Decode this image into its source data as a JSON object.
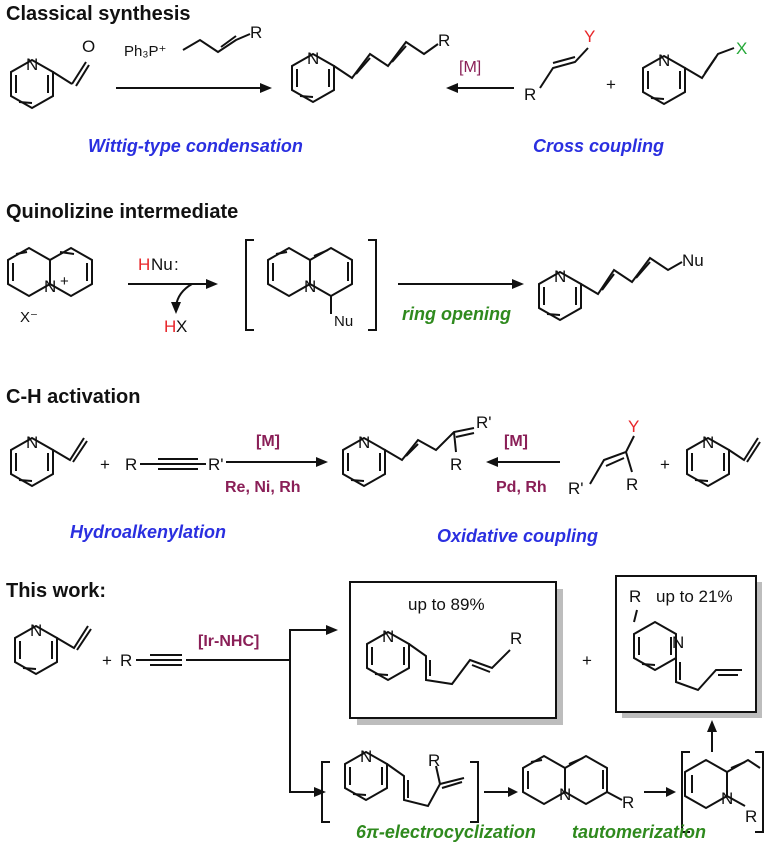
{
  "sections": {
    "classical": {
      "title": "Classical synthesis",
      "wittig_reagent": "Ph₃P⁺",
      "wittig_R": "R",
      "aldehyde_O": "O",
      "catalyst": "[M]",
      "label_left": "Wittig-type condensation",
      "label_right": "Cross coupling",
      "Y": "Y",
      "X": "X",
      "R": "R",
      "plus": "+"
    },
    "quinolizine": {
      "title": "Quinolizine intermediate",
      "reagent_H": "H",
      "reagent_Nu": "Nu",
      "byproduct_H": "H",
      "byproduct_X": "X",
      "counterion": "X⁻",
      "Nu": "Nu",
      "step_label": "ring opening"
    },
    "ch_activation": {
      "title": "C-H activation",
      "alkyne_R": "R",
      "alkyne_Rp": "R'",
      "cat_top_left": "[M]",
      "cat_bottom_left": "Re, Ni, Rh",
      "cat_top_right": "[M]",
      "cat_bottom_right": "Pd, Rh",
      "product_Rp": "R'",
      "product_R": "R",
      "Y": "Y",
      "reactant_Rp": "R'",
      "reactant_R": "R",
      "label_left": "Hydroalkenylation",
      "label_right": "Oxidative coupling",
      "plus": "+"
    },
    "this_work": {
      "title": "This work:",
      "catalyst": "[Ir-NHC]",
      "alkyne_R": "R",
      "yield_1": "up to 89%",
      "yield_2": "up to 21%",
      "product1_R": "R",
      "product2_R": "R",
      "int_R": "R",
      "quin_R": "R",
      "quin2_R": "R",
      "label_1": "6π-electrocyclization",
      "label_2": "tautomerization",
      "plus": "+"
    }
  },
  "atoms": {
    "N": "N"
  },
  "colors": {
    "catalyst": "#8a1f57",
    "blue_label": "#2a2fe0",
    "green_label": "#2f8a1e",
    "red_atom": "#e8262a",
    "green_atom": "#25a838"
  }
}
